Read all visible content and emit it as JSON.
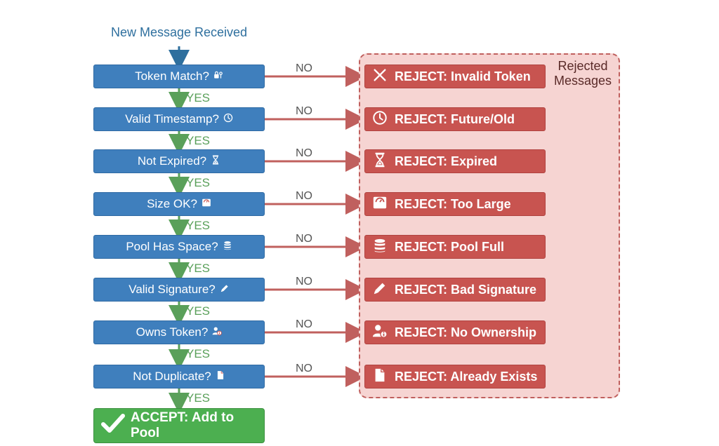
{
  "title": "New Message Received",
  "group_label": "Rejected Messages",
  "yes_label": "YES",
  "no_label": "NO",
  "steps": [
    {
      "check": "Token Match?",
      "icon": "lock-key-icon",
      "reject": "REJECT: Invalid Token",
      "reject_icon": "x-icon"
    },
    {
      "check": "Valid Timestamp?",
      "icon": "clock-icon",
      "reject": "REJECT: Future/Old",
      "reject_icon": "clock-icon"
    },
    {
      "check": "Not Expired?",
      "icon": "hourglass-icon",
      "reject": "REJECT: Expired",
      "reject_icon": "hourglass-icon"
    },
    {
      "check": "Size OK?",
      "icon": "scale-icon",
      "reject": "REJECT: Too Large",
      "reject_icon": "scale-icon"
    },
    {
      "check": "Pool Has Space?",
      "icon": "database-icon",
      "reject": "REJECT: Pool Full",
      "reject_icon": "database-icon"
    },
    {
      "check": "Valid Signature?",
      "icon": "pencil-icon",
      "reject": "REJECT: Bad Signature",
      "reject_icon": "pencil-icon"
    },
    {
      "check": "Owns Token?",
      "icon": "user-info-icon",
      "reject": "REJECT: No Ownership",
      "reject_icon": "user-info-icon"
    },
    {
      "check": "Not Duplicate?",
      "icon": "document-icon",
      "reject": "REJECT: Already Exists",
      "reject_icon": "document-icon"
    }
  ],
  "accept": {
    "label": "ACCEPT: Add to Pool",
    "icon": "checkmark-icon"
  },
  "colors": {
    "check": "#3f7fbd",
    "reject": "#c85450",
    "accept": "#4caf50",
    "yes": "#5aa05a",
    "no_arrow": "#c0605e",
    "group_bg": "#f6d4d2"
  }
}
